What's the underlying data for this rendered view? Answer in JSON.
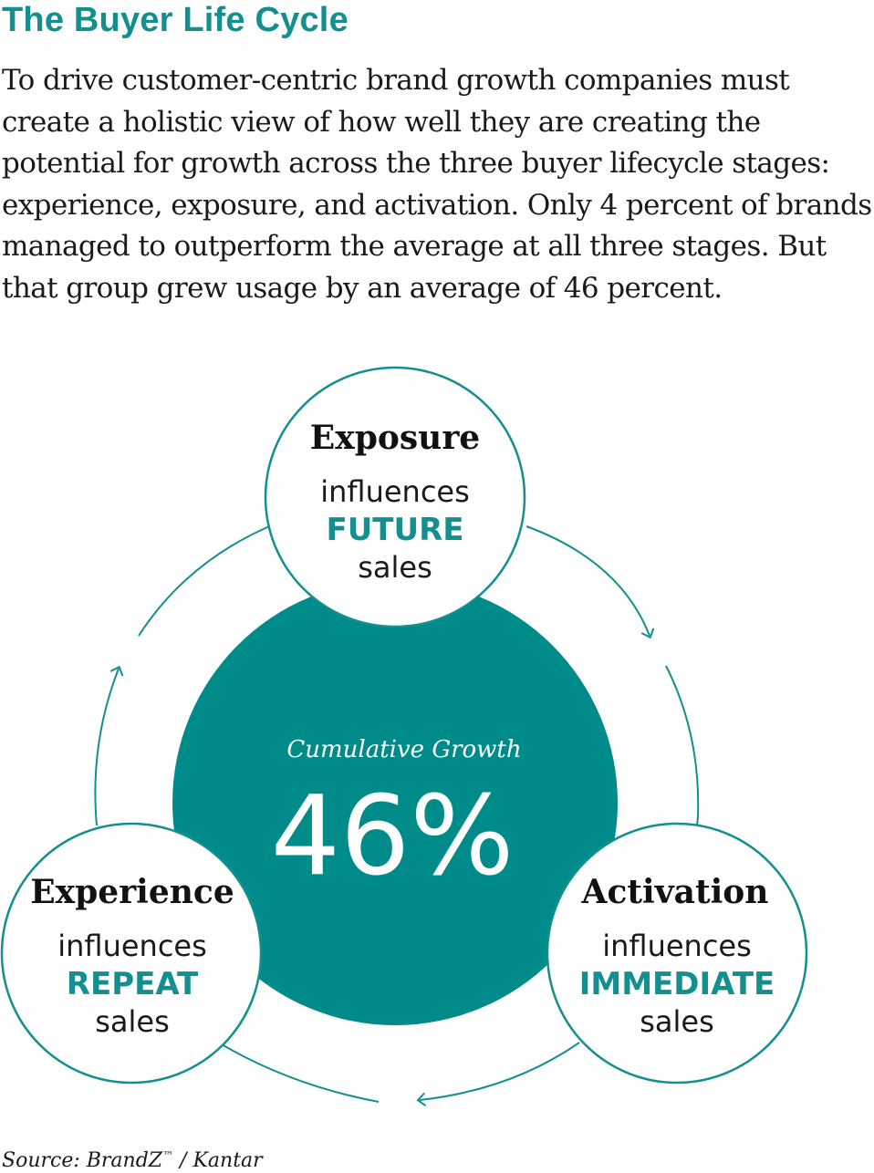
{
  "title": "The Buyer Life Cycle",
  "intro": "To drive customer-centric brand growth companies must create a holistic view of how well they are creating the potential for growth across the three buyer lifecycle stages: experience, exposure, and activation. Only 4 percent of brands managed to outperform the average at all three stages. But that group grew usage by an average of 46 percent.",
  "center": {
    "label": "Cumulative Growth",
    "value": "46%"
  },
  "stages": [
    {
      "name": "Exposure",
      "verb": "influences",
      "accent": "FUTURE",
      "noun": "sales"
    },
    {
      "name": "Activation",
      "verb": "influences",
      "accent": "IMMEDIATE",
      "noun": "sales"
    },
    {
      "name": "Experience",
      "verb": "influences",
      "accent": "REPEAT",
      "noun": "sales"
    }
  ],
  "source": {
    "prefix": "Source: BrandZ",
    "trademark": "™",
    "suffix": " / Kantar"
  },
  "colors": {
    "teal": "#138f8f",
    "center_fill": "#008b8b",
    "text": "#1a1a1a"
  }
}
